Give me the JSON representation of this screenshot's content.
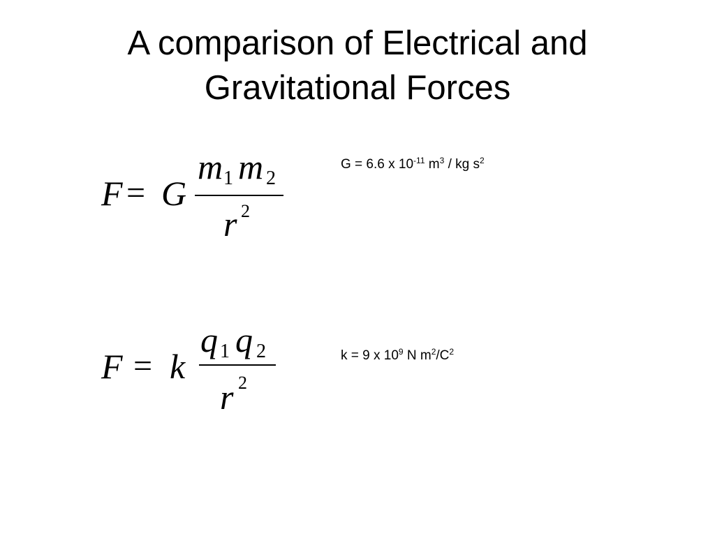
{
  "slide": {
    "title_line_1": "A comparison of Electrical and",
    "title_line_2": "Gravitational Forces"
  },
  "gravity": {
    "lhs": "F",
    "equals": "=",
    "constant_symbol": "G",
    "m_symbol": "m",
    "sub_1": "1",
    "sub_2": "2",
    "r_symbol": "r",
    "exponent": "2",
    "value": {
      "prefix": "G = 6.6 x 10",
      "exp_1": "-11",
      "mid_1": " m",
      "exp_2": "3",
      "mid_2": " / kg s",
      "exp_3": "2"
    }
  },
  "coulomb": {
    "lhs": "F",
    "equals": "=",
    "constant_symbol": "k",
    "q_symbol": "q",
    "sub_1": "1",
    "sub_2": "2",
    "r_symbol": "r",
    "exponent": "2",
    "value": {
      "prefix": "k = 9 x 10",
      "exp_1": "9",
      "mid_1": " N m",
      "exp_2": "2",
      "mid_2": "/C",
      "exp_3": "2"
    }
  }
}
